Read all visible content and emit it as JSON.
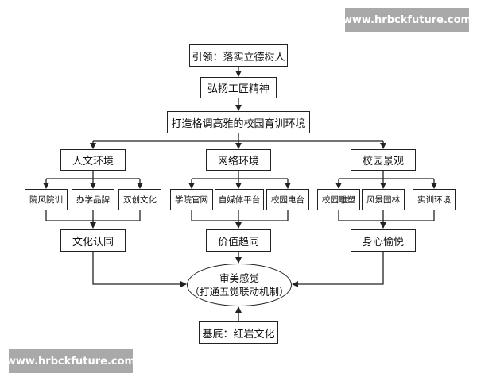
{
  "watermark": "www.hrbckfuture.com",
  "nodes": {
    "lead": "引领：落实立德树人",
    "spirit": "弘扬工匠精神",
    "env": "打造格调高雅的校园育训环境",
    "humanities": "人文环境",
    "network": "网络环境",
    "landscape": "校园景观",
    "h1": "院风院训",
    "h2": "办学品牌",
    "h3": "双创文化",
    "n1": "学院官网",
    "n2": "自媒体平台",
    "n3": "校园电台",
    "l1": "校园雕塑",
    "l2": "风景园林",
    "l3": "实训环境",
    "culture": "文化认同",
    "value": "价值趋同",
    "mind": "身心愉悦",
    "aesthetic_line1": "审美感觉",
    "aesthetic_line2": "（打通五觉联动机制）",
    "base": "基底：红岩文化"
  }
}
